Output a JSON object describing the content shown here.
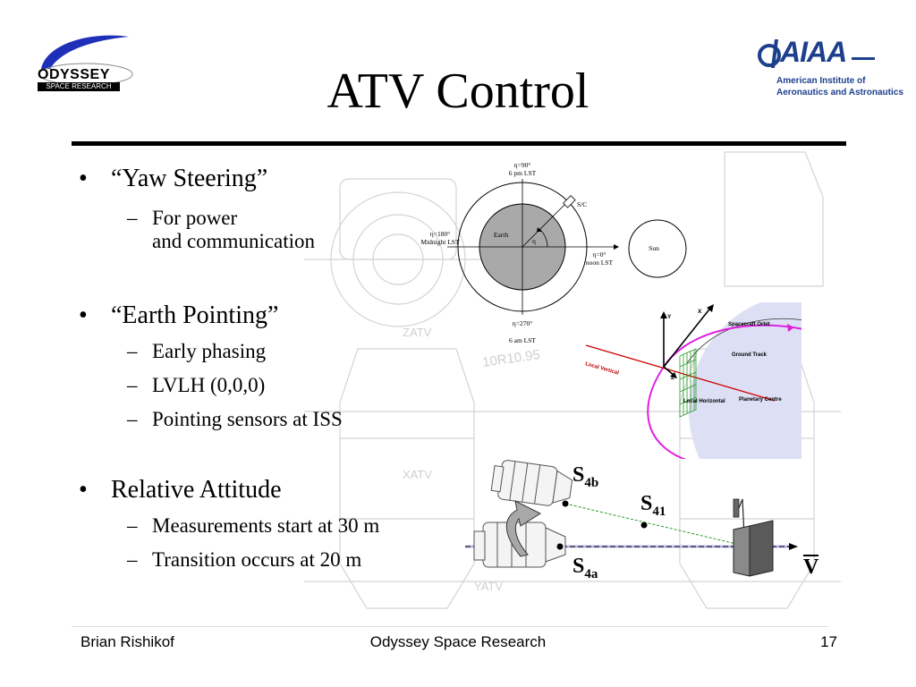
{
  "logos": {
    "odyssey": {
      "name": "ODYSSEY",
      "subtitle": "SPACE RESEARCH"
    },
    "aiaa": {
      "name": "AIAA",
      "line1": "American Institute of",
      "line2": "Aeronautics and Astronautics"
    }
  },
  "title": "ATV Control",
  "bullets": [
    {
      "text": "“Yaw Steering”",
      "subs": [
        {
          "line1": "For power",
          "line2": "and communication"
        }
      ]
    },
    {
      "text": "“Earth Pointing”",
      "subs": [
        {
          "line1": "Early phasing"
        },
        {
          "line1": "LVLH (0,0,0)"
        },
        {
          "line1": "Pointing sensors at ISS"
        }
      ]
    },
    {
      "text": "Relative Attitude",
      "subs": [
        {
          "line1": "Measurements start at 30 m"
        },
        {
          "line1": "Transition occurs at 20 m"
        }
      ]
    }
  ],
  "orbit_diagram": {
    "top_eta": "η=90°",
    "top_lst": "6 pm LST",
    "left_eta": "η=180°",
    "left_lst": "Midnight LST",
    "right_eta": "η=0°",
    "right_lst": "noon LST",
    "bottom_eta": "η=270°",
    "bottom_lst": "6 am LST",
    "earth": "Earth",
    "sun": "Sun",
    "spacecraft": "S/C",
    "eta_symbol": "η"
  },
  "lvlh_diagram": {
    "y_axis": "Y",
    "x_axis": "X",
    "z_axis": "Z",
    "spacecraft_orbit": "Spacecraft Orbit",
    "ground_track": "Ground Track",
    "local_vertical": "Local Vertical",
    "local_horizontal": "Local Horizontal",
    "planetary_centre": "Planetary Centre"
  },
  "approach_diagram": {
    "s4b": {
      "main": "S",
      "sub": "4b"
    },
    "s41": {
      "main": "S",
      "sub": "41"
    },
    "s4a": {
      "main": "S",
      "sub": "4a"
    },
    "v": "V"
  },
  "background_drawing": {
    "label_zatv": "ZATV",
    "label_xatv": "XATV",
    "label_yatv": "YATV",
    "label_code": "10R10.95"
  },
  "footer": {
    "left": "Brian Rishikof",
    "center": "Odyssey Space Research",
    "page": "17"
  },
  "colors": {
    "earth_fill": "#a9a9a9",
    "magenta": "#e020e0",
    "red": "#d00000",
    "green": "#2a9a2a",
    "globe": "#dde0f4"
  }
}
